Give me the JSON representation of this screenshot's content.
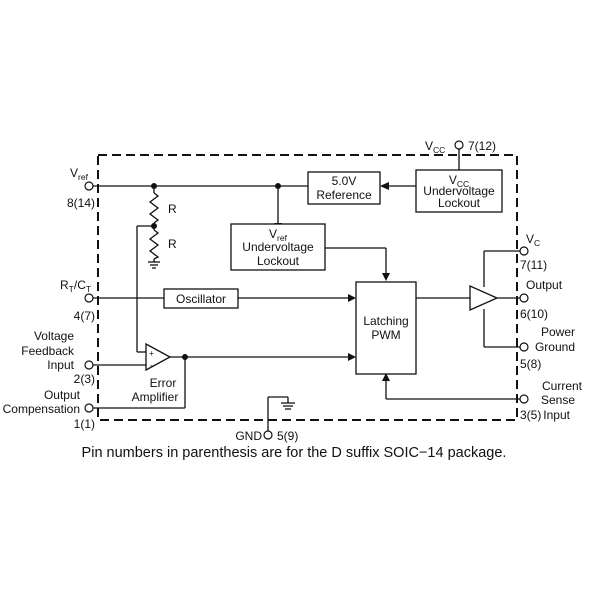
{
  "pins": {
    "vref": {
      "name": "V",
      "sub": "ref",
      "num": "8(14)"
    },
    "rtct": {
      "name_a": "R",
      "sub_a": "T",
      "slash": "/C",
      "sub_b": "T",
      "num": "4(7)"
    },
    "voltage_feedback": {
      "line1": "Voltage",
      "line2": "Feedback",
      "line3": "Input",
      "num": "2(3)"
    },
    "output_compensation": {
      "line1": "Output",
      "line2": "Compensation",
      "num": "1(1)"
    },
    "gnd": {
      "name": "GND",
      "num": "5(9)"
    },
    "vcc": {
      "name": "V",
      "sub": "CC",
      "num": "7(12)"
    },
    "vc": {
      "name": "V",
      "sub": "C",
      "num": "7(11)"
    },
    "output": {
      "name": "Output",
      "num": "6(10)"
    },
    "power_ground": {
      "line1": "Power",
      "line2": "Ground",
      "num": "5(8)"
    },
    "current_sense": {
      "line1": "Current",
      "line2": "Sense",
      "line3": "Input",
      "num": "3(5)"
    }
  },
  "blocks": {
    "reference": {
      "line1": "5.0V",
      "line2": "Reference"
    },
    "vcc_uvlo": {
      "name": "V",
      "sub": "CC",
      "line2": "Undervoltage",
      "line3": "Lockout"
    },
    "vref_uvlo": {
      "name": "V",
      "sub": "ref",
      "line2": "Undervoltage",
      "line3": "Lockout"
    },
    "oscillator": {
      "label": "Oscillator"
    },
    "pwm": {
      "line1": "Latching",
      "line2": "PWM"
    },
    "error_amp": {
      "line1": "Error",
      "line2": "Amplifier",
      "plus": "+",
      "minus": "-"
    },
    "resistor_top": {
      "label": "R"
    },
    "resistor_bottom": {
      "label": "R"
    }
  },
  "caption": "Pin numbers in parenthesis are for the D suffix SOIC−14 package."
}
